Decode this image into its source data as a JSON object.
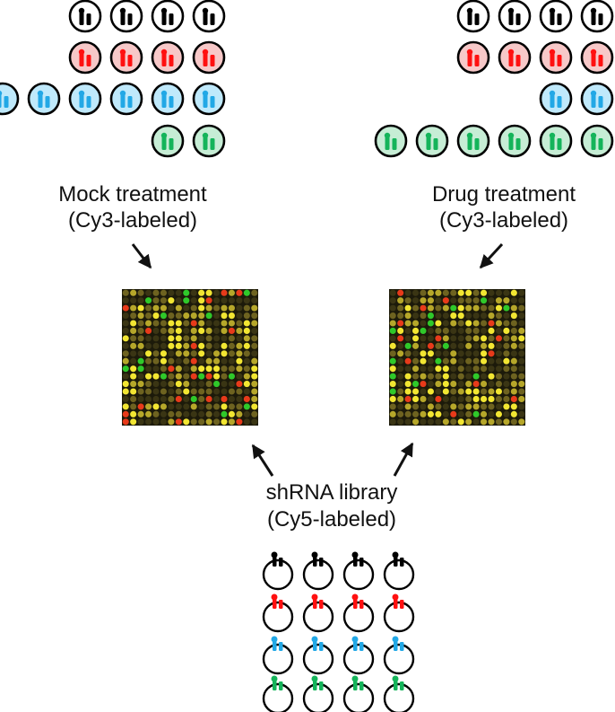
{
  "labels": {
    "mock_line1": "Mock treatment",
    "mock_line2": "(Cy3-labeled)",
    "drug_line1": "Drug treatment",
    "drug_line2": "(Cy3-labeled)",
    "library_line1": "shRNA library",
    "library_line2": "(Cy5-labeled)"
  },
  "colors": {
    "black": "#000000",
    "red": "#ff1010",
    "blue": "#22a8e6",
    "green": "#14b45a",
    "red_fill": "#f7c8c8",
    "blue_fill": "#bfe9fb",
    "green_fill": "#c6edd5"
  },
  "pools": {
    "mock": {
      "black": 4,
      "red": 4,
      "blue": 6,
      "green": 2
    },
    "drug": {
      "black": 4,
      "red": 4,
      "blue": 2,
      "green": 6
    },
    "library": {
      "black": 4,
      "red": 4,
      "blue": 4,
      "green": 4
    }
  },
  "icons": {
    "plasmid": "plasmid-icon",
    "arrow": "arrow-icon",
    "microarray": "microarray-image"
  }
}
